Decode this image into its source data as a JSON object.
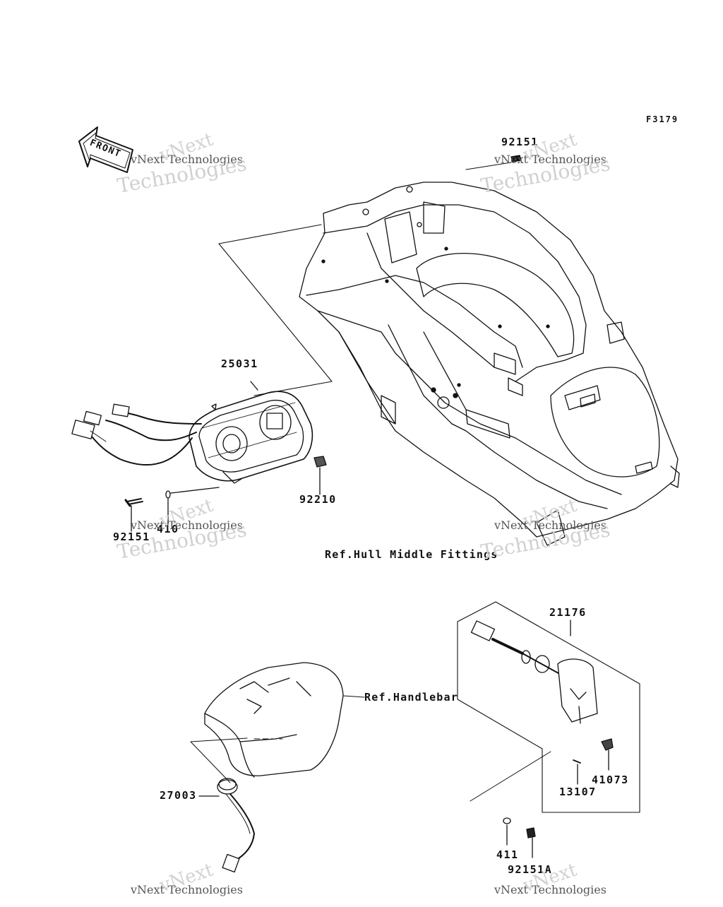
{
  "diagram": {
    "code": "F3179",
    "front_label": "FRONT",
    "parts": {
      "p25031": "25031",
      "p92151_top": "92151",
      "p92151_left": "92151",
      "p410": "410",
      "p92210": "92210",
      "p21176": "21176",
      "p27003": "27003",
      "p13107": "13107",
      "p41073": "41073",
      "p411": "411",
      "p92151A": "92151A"
    },
    "refs": {
      "hull": "Ref.Hull Middle Fittings",
      "handlebar": "Ref.Handlebar"
    },
    "watermark": {
      "line1": "vNext",
      "line2": "vNext Technologies",
      "line3": "Technologies"
    }
  }
}
